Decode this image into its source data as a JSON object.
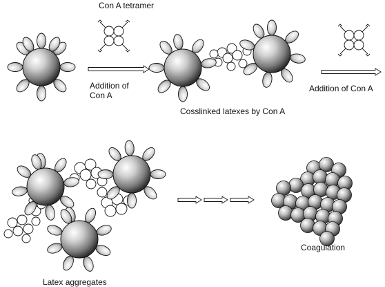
{
  "labels": {
    "con_a_tetramer": "Con A tetramer",
    "addition_1_line1": "Addition of",
    "addition_1_line2": "Con A",
    "crosslinked": "Cosslinked latexes by Con A",
    "addition_2": "Addition of Con A",
    "latex_aggregates": "Latex aggregates",
    "coagulation": "Coagulation"
  },
  "colors": {
    "stroke": "#111111",
    "sphere_highlight": "#ffffff",
    "sphere_mid": "#b8b8b8",
    "sphere_dark": "#3a3a3a",
    "background": "#ffffff"
  },
  "icons": {
    "latex_particle": "sphere-with-lobes",
    "tetramer": "four-ring-cluster",
    "arrow": "hollow-right-arrow",
    "cluster": "packed-sphere-aggregate"
  }
}
